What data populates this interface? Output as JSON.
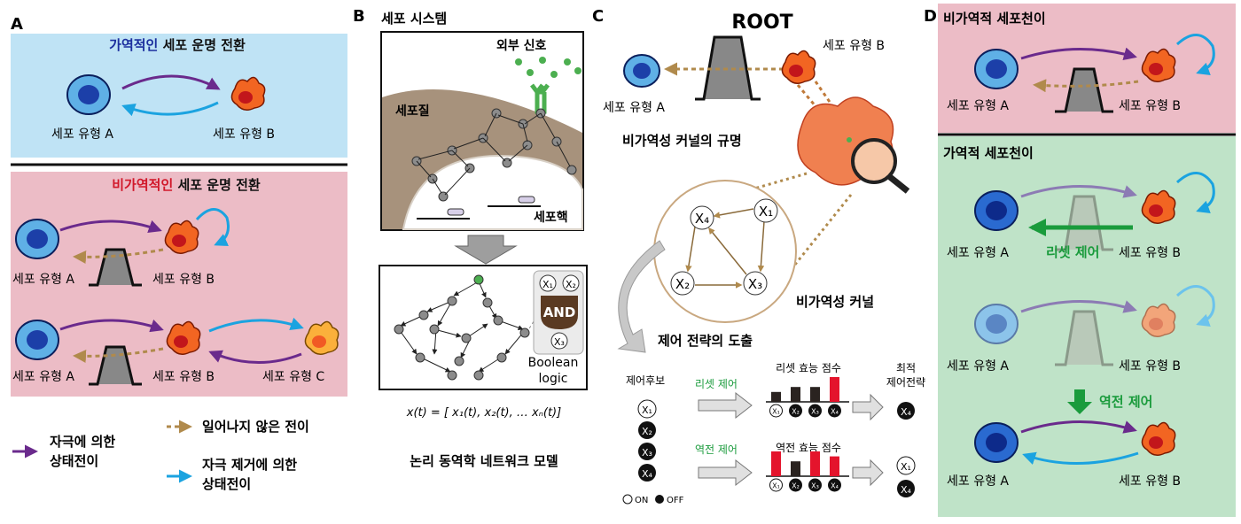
{
  "colors": {
    "reversible_bg": "#bfe3f5",
    "irreversible_bg": "#ecbcc6",
    "reversible_d_bg": "#bfe3c8",
    "purple_arrow": "#6a2a8c",
    "blue_arrow": "#1ba3e0",
    "tan_arrow": "#b08a4c",
    "green_text": "#1a9b3c",
    "red_text": "#d1182a",
    "blue_text": "#1c2f9e"
  },
  "panel_a": {
    "letter": "A",
    "rev_title_colored": "가역적인",
    "rev_title_rest": " 세포 운명 전환",
    "irrev_title_colored": "비가역적인",
    "irrev_title_rest": " 세포 운명 전환",
    "cell_a": "세포 유형 A",
    "cell_b": "세포 유형 B",
    "cell_c": "세포 유형 C",
    "legend": {
      "stim_line1": "자극에 의한",
      "stim_line2": "상태전이",
      "not_occur": "일어나지 않은 전이",
      "remove_line1": "자극 제거에 의한",
      "remove_line2": "상태전이"
    }
  },
  "panel_b": {
    "letter": "B",
    "cell_system": "세포 시스템",
    "external_signal": "외부 신호",
    "cytoplasm": "세포질",
    "nucleus": "세포핵",
    "gate_x1": "X₁",
    "gate_x2": "X₂",
    "gate_x3": "X₃",
    "and_label": "AND",
    "boolean_line1": "Boolean",
    "boolean_line2": "logic",
    "equation": "x(t) = [ x₁(t), x₂(t), … xₙ(t)]",
    "model_title": "논리 동역학 네트워크 모델"
  },
  "panel_c": {
    "letter": "C",
    "root": "ROOT",
    "cell_a": "세포 유형 A",
    "cell_b": "세포 유형 B",
    "kernel_identification": "비가역성 커널의 규명",
    "kernel": "비가역성 커널",
    "k_x4": "X₄",
    "k_x1": "X₁",
    "k_x2": "X₂",
    "k_x3": "X₃",
    "strategy": "제어 전략의 도출",
    "candidates": "제어후보",
    "reset_control": "리셋 제어",
    "reverse_control": "역전 제어",
    "reset_score": "리셋 효능 점수",
    "reverse_score": "역전 효능 점수",
    "optimal_line1": "최적",
    "optimal_line2": "제어전략",
    "on_label": "ON",
    "off_label": "OFF",
    "cand_x1": "X₁",
    "cand_x2": "X₂",
    "cand_x3": "X₃",
    "cand_x4": "X₄",
    "opt_reset_x4": "X₄",
    "opt_rev_x1": "X₁",
    "opt_rev_x4": "X₄"
  },
  "panel_d": {
    "letter": "D",
    "irrev_title": "비가역적 세포천이",
    "rev_title": "가역적 세포천이",
    "cell_a": "세포 유형 A",
    "cell_b": "세포 유형 B",
    "reset_control": "리셋 제어",
    "reverse_control": "역전 제어"
  },
  "chart_data": [
    {
      "type": "bar",
      "title": "리셋 효능 점수",
      "categories": [
        "X₁",
        "X₂",
        "X₃",
        "X₄"
      ],
      "values": [
        2,
        3,
        3,
        5
      ],
      "highlight": [
        false,
        false,
        false,
        true
      ],
      "ylim": [
        0,
        5
      ],
      "xlabel": "",
      "ylabel": ""
    },
    {
      "type": "bar",
      "title": "역전 효능 점수",
      "categories": [
        "X₁",
        "X₂",
        "X₃",
        "X₄"
      ],
      "values": [
        5,
        3,
        5,
        4
      ],
      "highlight": [
        true,
        false,
        true,
        true
      ],
      "ylim": [
        0,
        5
      ],
      "xlabel": "",
      "ylabel": ""
    }
  ]
}
